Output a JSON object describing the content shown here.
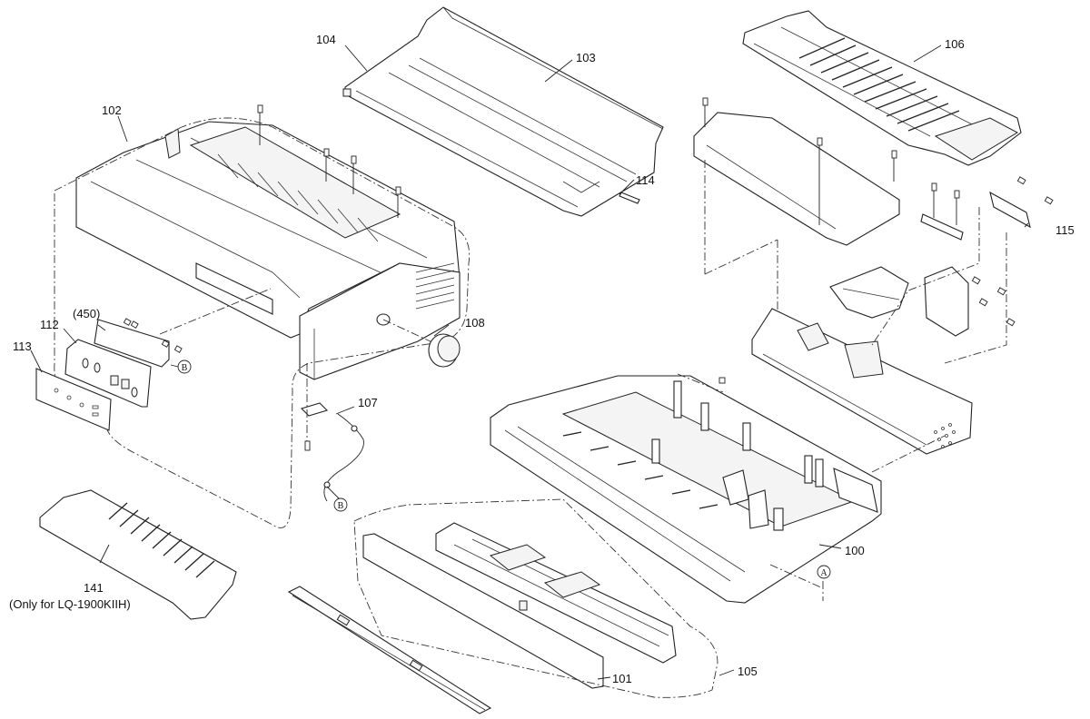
{
  "diagram": {
    "type": "exploded-parts-diagram",
    "callouts": [
      {
        "id": "100",
        "label": "100"
      },
      {
        "id": "101",
        "label": "101"
      },
      {
        "id": "102",
        "label": "102"
      },
      {
        "id": "103",
        "label": "103"
      },
      {
        "id": "104",
        "label": "104"
      },
      {
        "id": "105",
        "label": "105"
      },
      {
        "id": "106",
        "label": "106"
      },
      {
        "id": "107",
        "label": "107"
      },
      {
        "id": "108",
        "label": "108"
      },
      {
        "id": "112",
        "label": "112"
      },
      {
        "id": "113",
        "label": "113"
      },
      {
        "id": "114",
        "label": "114"
      },
      {
        "id": "115",
        "label": "115"
      },
      {
        "id": "141",
        "label": "141"
      },
      {
        "id": "450",
        "label": "(450)"
      }
    ],
    "notes": {
      "part_141_note": "(Only for LQ-1900KIIH)"
    },
    "reference_markers": [
      {
        "id": "A",
        "label": "A"
      },
      {
        "id": "B",
        "label": "B"
      }
    ]
  }
}
